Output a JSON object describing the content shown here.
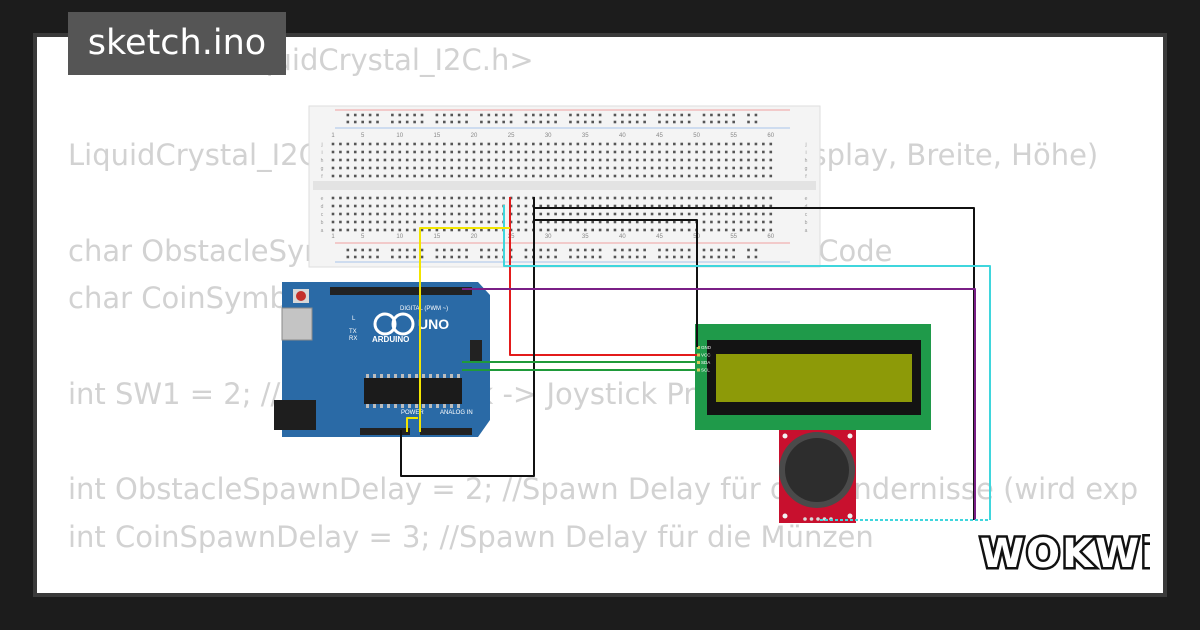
{
  "header": {
    "title": "sketch.ino"
  },
  "code_lines": [
    "#include <LiquidCrystal_I2C.h>",
    "",
    "LiquidCrystal_I2C lcd(0x27, 16, 2); //Adresse des Display, Breite, Höhe)",
    "",
    "char ObstacleSymbol = 0; //Variablen für später im Code",
    "char CoinSymbol = 1;",
    "",
    "int SW1 = 2; //Pin für Joystick -> Joystick Pressed",
    "",
    "int ObstacleSpawnDelay = 2; //Spawn Delay für die Hindernisse (wird exp",
    "int CoinSpawnDelay = 3; //Spawn Delay für die Münzen"
  ],
  "breadboard": {
    "column_numbers": [
      "1",
      "5",
      "10",
      "15",
      "20",
      "25",
      "30",
      "35",
      "40",
      "45",
      "50",
      "55",
      "60"
    ],
    "row_letters_top": [
      "j",
      "i",
      "h",
      "g",
      "f"
    ],
    "row_letters_bottom": [
      "e",
      "d",
      "c",
      "b",
      "a"
    ]
  },
  "arduino": {
    "logo_text": "UNO",
    "brand_text": "ARDUINO",
    "digital_label": "DIGITAL (PWM ~)",
    "power_label": "POWER",
    "analog_label": "ANALOG IN",
    "tx_label": "TX",
    "rx_label": "RX",
    "l_label": "L"
  },
  "lcd": {
    "pins": [
      "GND",
      "VCC",
      "SDA",
      "SCL"
    ]
  },
  "brand": {
    "logo_text": "WOKWi"
  },
  "colors": {
    "code_text": "#d2d2d2",
    "frame": "#3a3a3a",
    "title_bg": "#555555",
    "arduino_blue": "#2a6aa6",
    "lcd_green": "#1f9a4a",
    "lcd_screen": "#8d9a08",
    "joystick_red": "#c8102e",
    "wire_red": "#e31b1b",
    "wire_black": "#111111",
    "wire_yellow": "#f2e500",
    "wire_green": "#1f9a3a",
    "wire_purple": "#7a1f86",
    "wire_cyan": "#3fd6dd"
  }
}
